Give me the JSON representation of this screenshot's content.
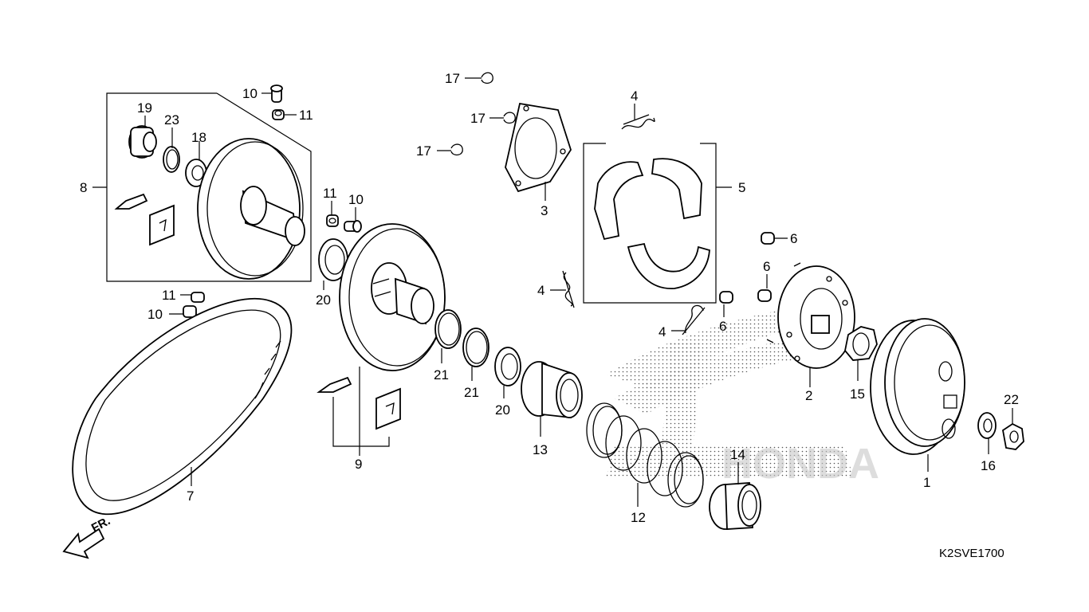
{
  "drawing_code": "K2SVE1700",
  "front_indicator": "FR.",
  "watermark_text": "HONDA",
  "callouts": [
    {
      "id": "c1",
      "label": "1"
    },
    {
      "id": "c2",
      "label": "2"
    },
    {
      "id": "c3",
      "label": "3"
    },
    {
      "id": "c4a",
      "label": "4"
    },
    {
      "id": "c4b",
      "label": "4"
    },
    {
      "id": "c4c",
      "label": "4"
    },
    {
      "id": "c5",
      "label": "5"
    },
    {
      "id": "c6a",
      "label": "6"
    },
    {
      "id": "c6b",
      "label": "6"
    },
    {
      "id": "c6c",
      "label": "6"
    },
    {
      "id": "c7",
      "label": "7"
    },
    {
      "id": "c8",
      "label": "8"
    },
    {
      "id": "c9",
      "label": "9"
    },
    {
      "id": "c10a",
      "label": "10"
    },
    {
      "id": "c10b",
      "label": "10"
    },
    {
      "id": "c10c",
      "label": "10"
    },
    {
      "id": "c11a",
      "label": "11"
    },
    {
      "id": "c11b",
      "label": "11"
    },
    {
      "id": "c11c",
      "label": "11"
    },
    {
      "id": "c12",
      "label": "12"
    },
    {
      "id": "c13",
      "label": "13"
    },
    {
      "id": "c14",
      "label": "14"
    },
    {
      "id": "c15",
      "label": "15"
    },
    {
      "id": "c16",
      "label": "16"
    },
    {
      "id": "c17a",
      "label": "17"
    },
    {
      "id": "c17b",
      "label": "17"
    },
    {
      "id": "c17c",
      "label": "17"
    },
    {
      "id": "c18",
      "label": "18"
    },
    {
      "id": "c19",
      "label": "19"
    },
    {
      "id": "c20a",
      "label": "20"
    },
    {
      "id": "c20b",
      "label": "20"
    },
    {
      "id": "c21a",
      "label": "21"
    },
    {
      "id": "c21b",
      "label": "21"
    },
    {
      "id": "c22",
      "label": "22"
    },
    {
      "id": "c23",
      "label": "23"
    }
  ]
}
